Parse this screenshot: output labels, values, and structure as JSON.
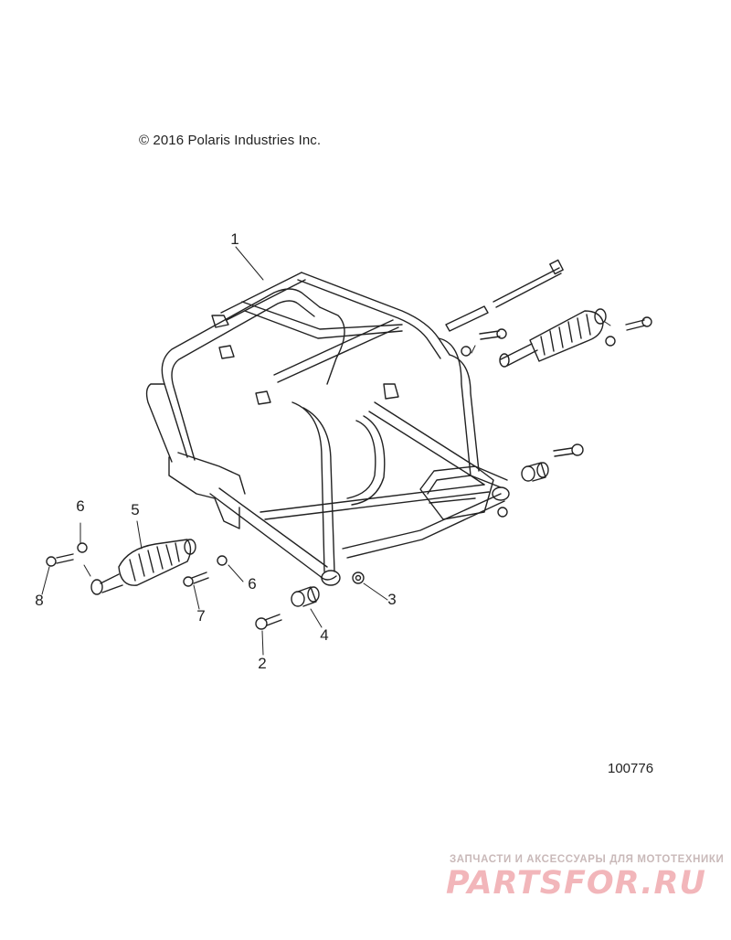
{
  "copyright": "© 2016 Polaris Industries Inc.",
  "reference_number": "100776",
  "callouts": {
    "c1": "1",
    "c2": "2",
    "c3": "3",
    "c4": "4",
    "c5": "5",
    "c6a": "6",
    "c6b": "6",
    "c7": "7",
    "c8": "8"
  },
  "watermark": {
    "tagline": "ЗАПЧАСТИ И АКСЕССУАРЫ ДЛЯ МОТОТЕХНИКИ",
    "logo": "PARTSFOR.RU"
  },
  "colors": {
    "line": "#222222",
    "watermark_logo": "#f2b6ba",
    "watermark_text": "#c9b9b9"
  }
}
